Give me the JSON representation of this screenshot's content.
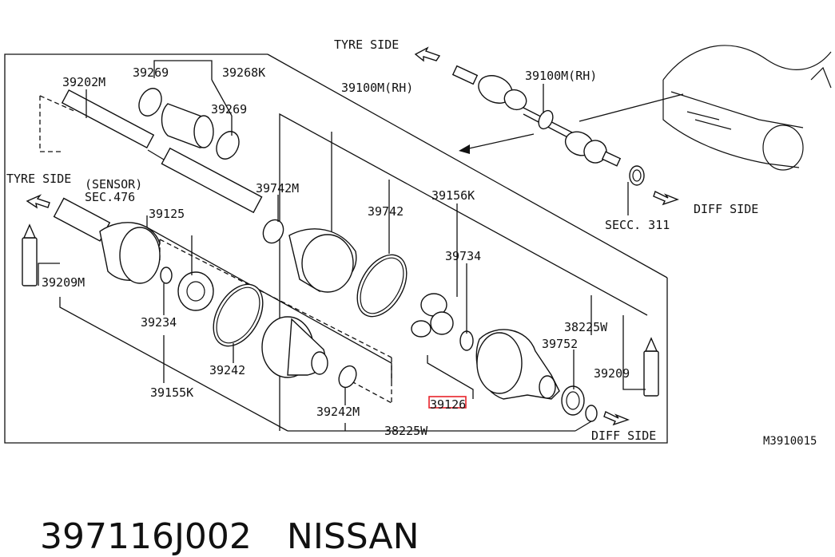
{
  "diagram": {
    "labels": {
      "tyre_side_top": "TYRE SIDE",
      "p39100m_rh_top": "39100M(RH)",
      "diff_side_top": "DIFF SIDE",
      "secc311": "SECC. 311",
      "p39202m": "39202M",
      "p39269_a": "39269",
      "p39268k": "39268K",
      "p39269_b": "39269",
      "p39100m_rh": "39100M(RH)",
      "tyre_side_left": "TYRE SIDE",
      "sensor": "(SENSOR)",
      "sec476": "SEC.476",
      "p39125": "39125",
      "p39742m": "39742M",
      "p39156k": "39156K",
      "p39742": "39742",
      "p39734": "39734",
      "p39209m": "39209M",
      "p39234": "39234",
      "p38225w_r": "38225W",
      "p39752": "39752",
      "p39209": "39209",
      "p39242": "39242",
      "p39155k": "39155K",
      "p39126": "39126",
      "p39242m": "39242M",
      "p38225w_b": "38225W",
      "diff_side_bottom": "DIFF SIDE",
      "ref_code": "M3910015"
    },
    "highlight_color": "#e8222a"
  },
  "footer": {
    "part_number": "397116J002",
    "brand": "NISSAN"
  }
}
